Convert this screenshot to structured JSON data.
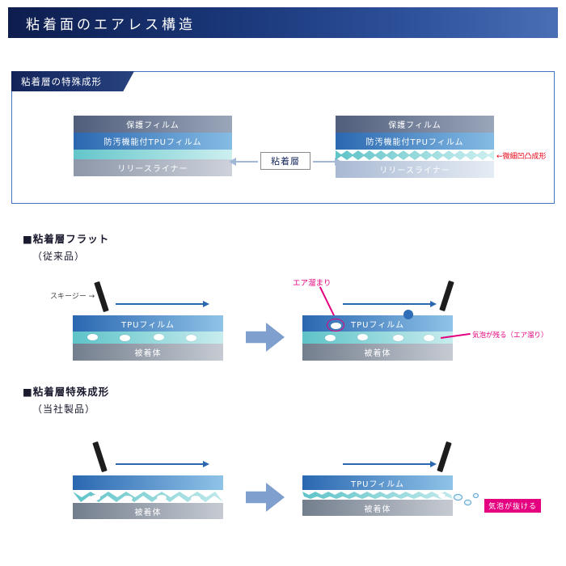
{
  "header": {
    "title": "粘着面のエアレス構造"
  },
  "structure_box": {
    "banner": "粘着層の特殊成形",
    "adhesive_label": "粘着層",
    "micro_note": "←微細凹凸成形",
    "left_stack": {
      "protect": "保護フィルム",
      "tpu": "防汚機能付TPUフィルム",
      "liner": "リリースライナー"
    },
    "right_stack": {
      "protect": "保護フィルム",
      "tpu": "防汚機能付TPUフィルム",
      "liner": "リリースライナー"
    }
  },
  "flat_section": {
    "heading": "■粘着層フラット",
    "subheading": "（従来品）",
    "squeegee_label": "スキージー →",
    "before": {
      "tpu": "TPUフィルム",
      "base": "被着体"
    },
    "after": {
      "tpu": "TPUフィルム",
      "base": "被着体"
    },
    "air_pocket_label": "エア溜まり",
    "trapped_note": "気泡が残る（エア溜り）"
  },
  "formed_section": {
    "heading": "■粘着層特殊成形",
    "subheading": "（当社製品）",
    "before": {
      "base": "被着体"
    },
    "after": {
      "tpu": "TPUフィルム",
      "base": "被着体"
    },
    "escape_note": "気泡が抜ける"
  },
  "colors": {
    "header_navy": "#13265e",
    "box_border_blue": "#4472c4",
    "tpu_blue": "#2a67b0",
    "adhesive_teal": "#5ec3c8",
    "magenta": "#e4007f",
    "red": "#e60012",
    "block_arrow_blue": "#7f9fce"
  }
}
